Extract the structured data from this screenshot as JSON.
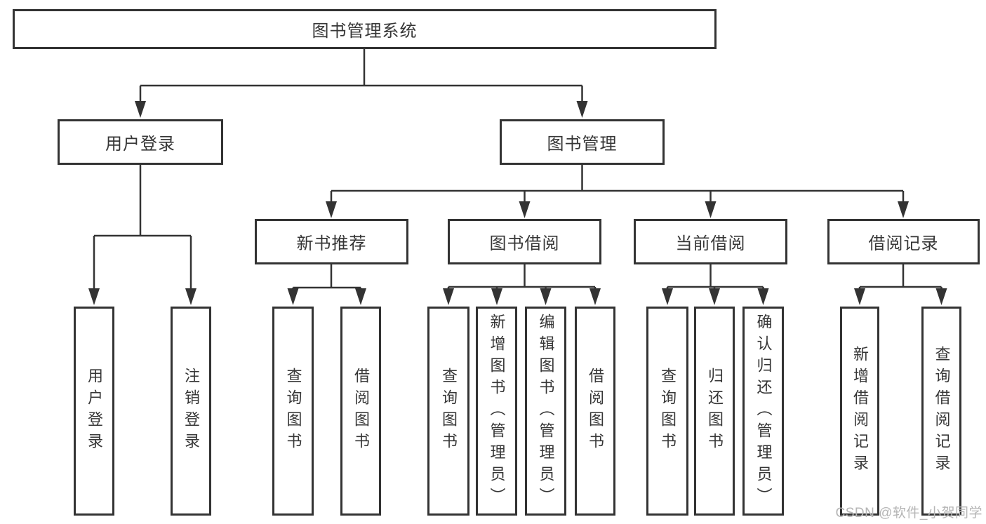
{
  "diagram": {
    "watermark": "CSDN @软件_小贺同学",
    "colors": {
      "line": "#333333",
      "box_border": "#333333",
      "text": "#363636",
      "background": "#ffffff",
      "watermark": "#b5b5b5"
    },
    "root": {
      "label": "图书管理系统"
    },
    "level1": [
      {
        "label": "用户登录"
      },
      {
        "label": "图书管理"
      }
    ],
    "level2": [
      {
        "label": "新书推荐"
      },
      {
        "label": "图书借阅"
      },
      {
        "label": "当前借阅"
      },
      {
        "label": "借阅记录"
      }
    ],
    "leaves": [
      {
        "label": "用户登录"
      },
      {
        "label": "注销登录"
      },
      {
        "label": "查询图书"
      },
      {
        "label": "借阅图书"
      },
      {
        "label": "查询图书"
      },
      {
        "label": "新增图书（管理员）"
      },
      {
        "label": "编辑图书（管理员）"
      },
      {
        "label": "借阅图书"
      },
      {
        "label": "查询图书"
      },
      {
        "label": "归还图书"
      },
      {
        "label": "确认归还（管理员）"
      },
      {
        "label": "新增借阅记录"
      },
      {
        "label": "查询借阅记录"
      }
    ]
  }
}
